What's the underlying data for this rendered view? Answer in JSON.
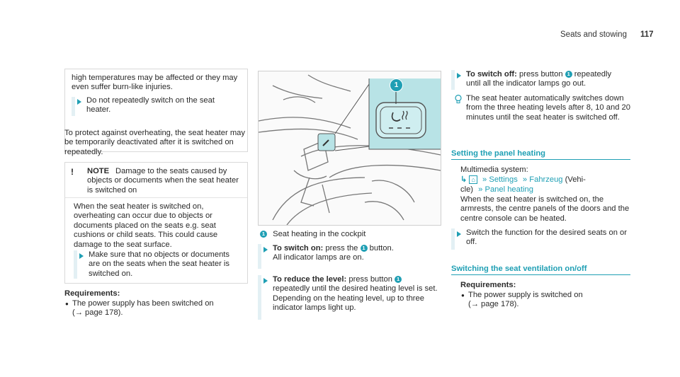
{
  "header": {
    "section": "Seats and stowing",
    "page": "117"
  },
  "col1": {
    "box_top_text": "high temperatures may be affected or they may even suffer burn-like injuries.",
    "box_top_action": "Do not repeatedly switch on the seat heater.",
    "para": "To protect against overheating, the seat heater may be temporarily deactivated after it is switched on repeatedly.",
    "notice_title": "NOTE",
    "notice_title_text": "Damage to the seats caused by objects or documents when the seat heater is switched on",
    "notice_body": "When the seat heater is switched on, overheating can occur due to objects or documents placed on the seats e.g. seat cushions or child seats. This could cause damage to the seat surface.",
    "notice_action": "Make sure that no objects or documents are on the seats when the seat heater is switched on.",
    "req_title": "Requirements:",
    "req_item": "The power supply has been switched on",
    "req_ref": "(→ page 178)."
  },
  "col2": {
    "caption_num": "1",
    "caption": "Seat heating in the cockpit",
    "step1_label": "To switch on:",
    "step1_text": "press the",
    "step1_num": "1",
    "step1_text2": "button.",
    "step1_text3": "All indicator lamps are on.",
    "step2_label": "To reduce the level:",
    "step2_text": "press button",
    "step2_num": "1",
    "step2_text2": "repeatedly until the desired heating level is set.",
    "step2_text3": "Depending on the heating level, up to three indicator lamps light up."
  },
  "col3": {
    "step3_label": "To switch off:",
    "step3_text": "press button",
    "step3_num": "1",
    "step3_text2": "repeatedly",
    "step3_text3": "until all the indicator lamps go out.",
    "info_text": "The seat heater automatically switches down from the three heating levels after 8, 10 and 20 minutes until the seat heater is switched off.",
    "heading1": "Setting the panel heating",
    "system_label": "Multimedia system:",
    "nav1": "Settings",
    "nav2": "Fahrzeug",
    "nav2_suffix": "(Vehi-",
    "nav3_prefix": "cle)",
    "nav3": "Panel heating",
    "panel_text": "When the seat heater is switched on, the armrests, the centre panels of the doors and the centre console can be heated.",
    "panel_action": "Switch the function for the desired seats on or off.",
    "heading2": "Switching the seat ventilation on/off",
    "req_title": "Requirements:",
    "req_item": "The power supply is switched on",
    "req_ref": "(→ page 178)."
  },
  "figure": {
    "callout": "1"
  },
  "colors": {
    "accent": "#1f9fb4",
    "bar": "#e3f0f4",
    "illustration_highlight": "#b8e3e6"
  }
}
